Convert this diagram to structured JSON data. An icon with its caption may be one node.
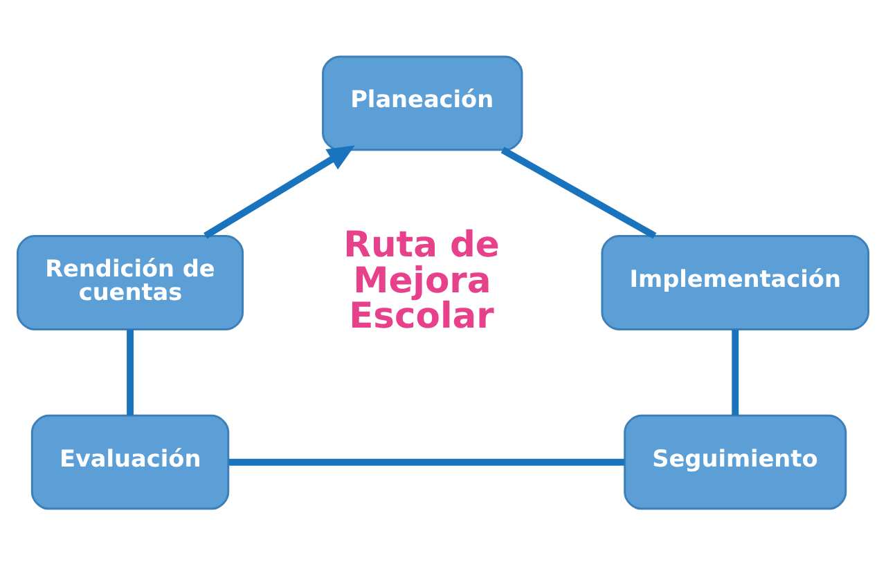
{
  "diagram": {
    "nodes": [
      {
        "text": [
          "Planeación"
        ]
      },
      {
        "text": [
          "Implementación"
        ]
      },
      {
        "text": [
          "Seguimiento"
        ]
      },
      {
        "text": [
          "Evaluación"
        ]
      },
      {
        "text": [
          "Rendición de cuentas"
        ]
      }
    ],
    "edges": [
      {
        "from": 0,
        "to": 1,
        "arrow": "none"
      },
      {
        "from": 1,
        "to": 2,
        "arrow": "none"
      },
      {
        "from": 2,
        "to": 3,
        "arrow": "none"
      },
      {
        "from": 3,
        "to": 4,
        "arrow": "none"
      },
      {
        "from": 4,
        "to": 0,
        "arrow": "to"
      }
    ],
    "labels": [
      "Ruta de Mejora Escolar"
    ]
  }
}
